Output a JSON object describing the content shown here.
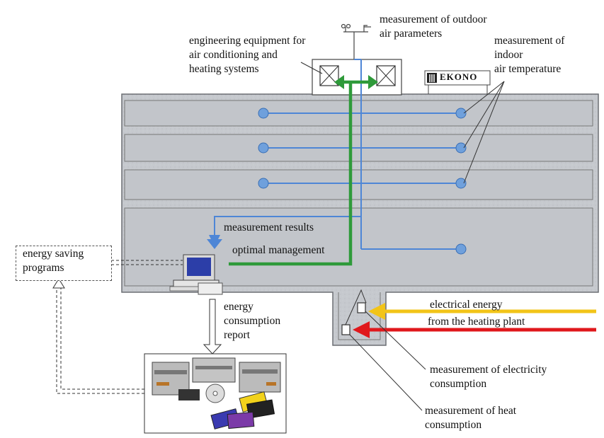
{
  "labels": {
    "outdoor": "measurement of outdoor\nair parameters",
    "equipment": "engineering equipment for\nair conditioning and\nheating systems",
    "indoor": "measurement of\nindoor\nair temperature",
    "brand": "EKONO",
    "results": "measurement results",
    "management": "optimal management",
    "programs": "energy saving\nprograms",
    "report": "energy\nconsumption\nreport",
    "electrical": "electrical energy",
    "heating_plant": "from the heating plant",
    "electricity": "measurement of electricity\nconsumption",
    "heat": "measurement of heat\nconsumption"
  },
  "colors": {
    "building_fill": "#c9ccd1",
    "floor_fill": "#bfc2c7",
    "sensor": "#6fa0dc",
    "measure_line": "#4e86d6",
    "management_line": "#2e9a3a",
    "electrical_arrow": "#f2c418",
    "heat_arrow": "#e0181c"
  },
  "icons": [
    "weather-station-icon",
    "hvac-unit-icon",
    "computer-icon",
    "storage-devices-icon"
  ]
}
